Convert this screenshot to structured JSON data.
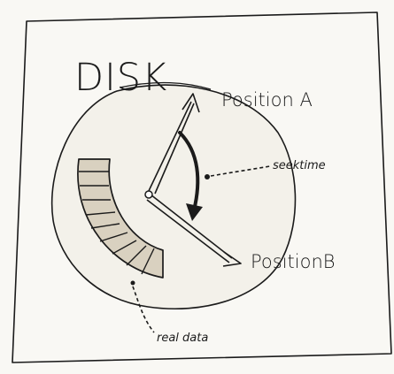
{
  "title": "DISK",
  "labels": {
    "position_a": "Position A",
    "position_b": "PositionB",
    "seek_time": "seektime",
    "read_data": "real data"
  },
  "colors": {
    "ink": "#1b1b1b",
    "paper": "#f9f8f4",
    "platter": "#f3f1ea",
    "data_shading": "#d9d1c0"
  }
}
